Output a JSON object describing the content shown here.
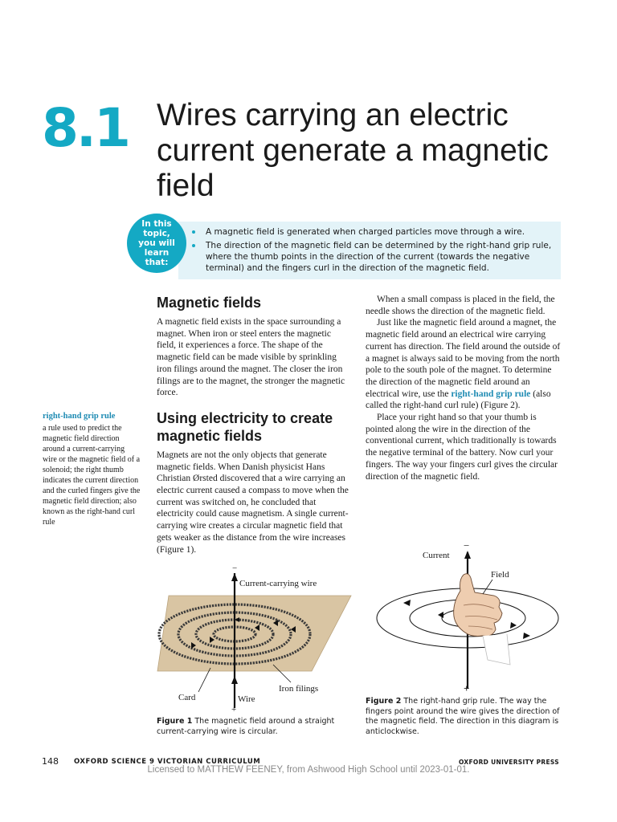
{
  "chapter": {
    "number": "8.1",
    "title": "Wires carrying an electric current generate a magnetic field"
  },
  "learn_box": {
    "badge": "In this topic, you will learn that:",
    "items": [
      "A magnetic field is generated when charged particles move through a wire.",
      "The direction of the magnetic field can be determined by the right-hand grip rule, where the thumb points in the direction of the current (towards the negative terminal) and the fingers curl in the direction of the magnetic field."
    ]
  },
  "sections": {
    "magnetic_fields": {
      "heading": "Magnetic fields",
      "p1": "A magnetic field exists in the space surrounding a magnet. When iron or steel enters the magnetic field, it experiences a force. The shape of the magnetic field can be made visible by sprinkling iron filings around the magnet. The closer the iron filings are to the magnet, the stronger the magnetic force."
    },
    "electricity": {
      "heading": "Using electricity to create magnetic fields",
      "p1": "Magnets are not the only objects that generate magnetic fields. When Danish physicist Hans Christian Ørsted discovered that a wire carrying an electric current caused a compass to move when the current was switched on, he concluded that electricity could cause magnetism. A single current-carrying wire creates a circular magnetic field that gets weaker as the distance from the wire increases (Figure 1)."
    },
    "right_col": {
      "p1": "When a small compass is placed in the field, the needle shows the direction of the magnetic field.",
      "p2_before": "Just like the magnetic field around a magnet, the magnetic field around an electrical wire carrying current has direction. The field around the outside of a magnet is always said to be moving from the north pole to the south pole of the magnet. To determine the direction of the magnetic field around an electrical wire, use the ",
      "p2_term": "right-hand grip rule",
      "p2_after": " (also called the right-hand curl rule) (Figure 2).",
      "p3": "Place your right hand so that your thumb is pointed along the wire in the direction of the conventional current, which traditionally is towards the negative terminal of the battery. Now curl your fingers. The way your fingers curl gives the circular direction of the magnetic field."
    }
  },
  "glossary": {
    "term": "right-hand grip rule",
    "definition": "a rule used to predict the magnetic field direction around a current-carrying wire or the magnetic field of a solenoid; the right thumb indicates the current direction and the curled fingers give the magnetic field direction; also known as the right-hand curl rule"
  },
  "figure1": {
    "minus": "−",
    "plus": "+",
    "label_wire_top": "Current-carrying wire",
    "label_filings": "Iron filings",
    "label_card": "Card",
    "label_wire": "Wire",
    "caption_bold": "Figure 1",
    "caption": " The magnetic field around a straight current-carrying wire is circular."
  },
  "figure2": {
    "minus": "−",
    "plus": "+",
    "label_current": "Current",
    "label_field": "Field",
    "caption_bold": "Figure 2",
    "caption": " The right-hand grip rule. The way the fingers point around the wire gives the direction of the magnetic field. The direction in this diagram is anticlockwise."
  },
  "footer": {
    "page": "148",
    "series": "OXFORD SCIENCE 9 VICTORIAN CURRICULUM",
    "publisher": "OXFORD UNIVERSITY PRESS",
    "license": "Licensed to MATTHEW FEENEY, from Ashwood High School until 2023-01-01."
  },
  "colors": {
    "accent": "#14a9c4",
    "term": "#1e8bb3",
    "learn_bg": "#e3f3f8",
    "card": "#d9c5a3"
  }
}
